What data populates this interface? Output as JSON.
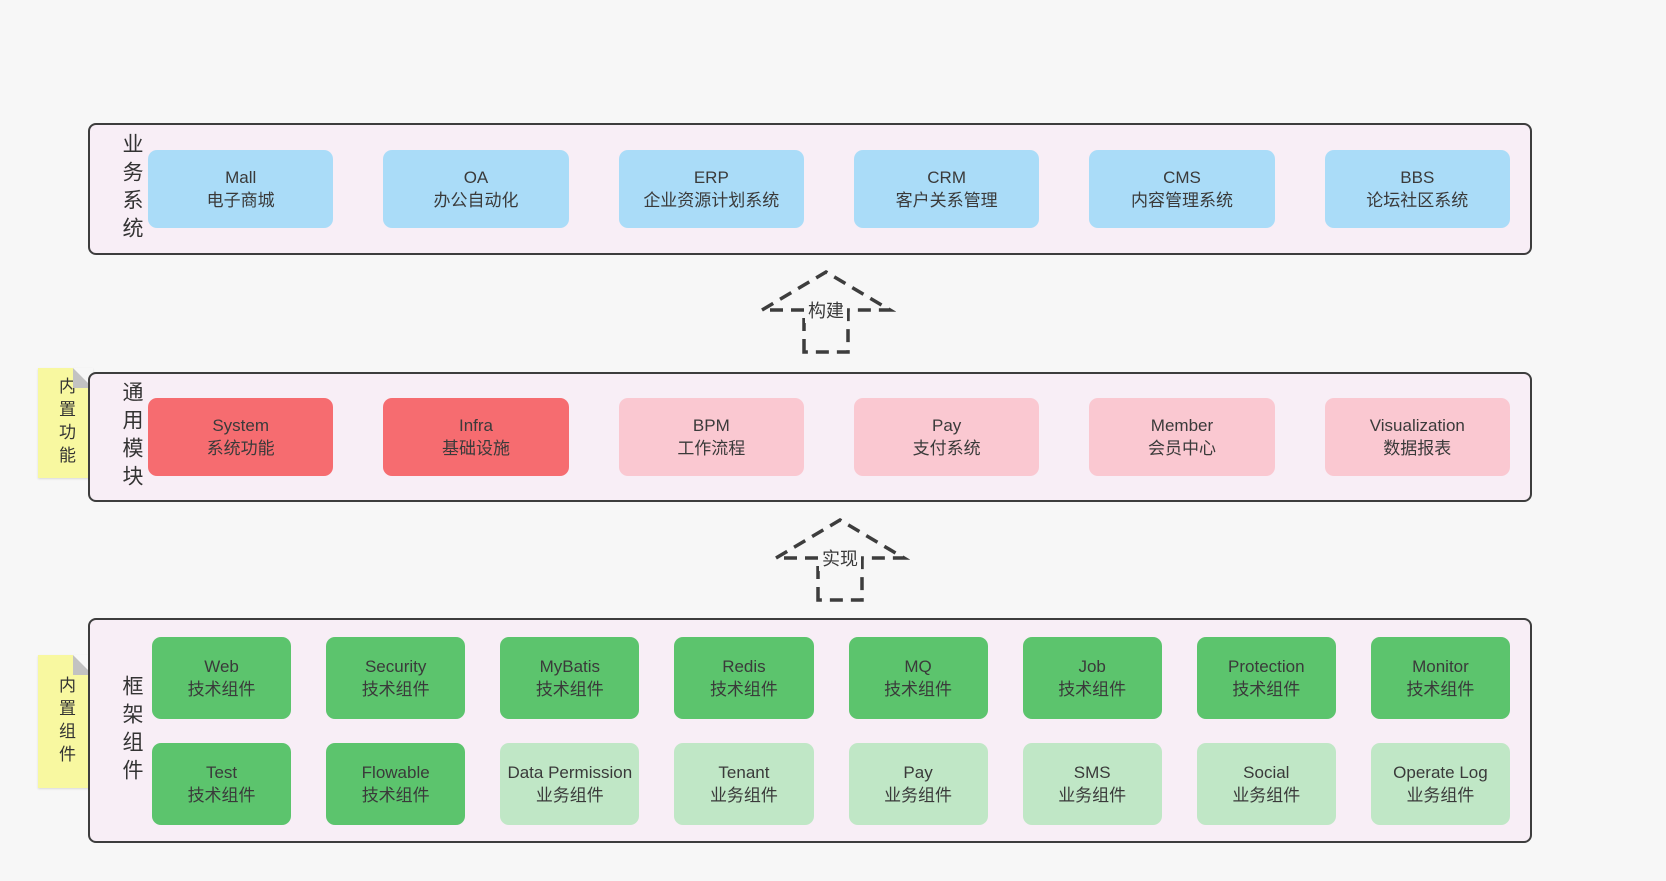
{
  "colors": {
    "page_bg": "#f7f7f7",
    "band_bg": "#f8eef6",
    "band_border": "#3d3d3d",
    "blue": "#aadcf8",
    "red": "#f66c70",
    "pink": "#fac8d1",
    "green": "#5cc46d",
    "light_green": "#c0e7c6",
    "yellow": "#f8f8a0",
    "text": "#3a3a3a"
  },
  "arrows": [
    {
      "label": "构建"
    },
    {
      "label": "实现"
    }
  ],
  "tabs": [
    {
      "label": "内置功能"
    },
    {
      "label": "内置组件"
    }
  ],
  "bands": [
    {
      "label": "业务系统",
      "boxes": [
        {
          "title": "Mall",
          "subtitle": "电子商城"
        },
        {
          "title": "OA",
          "subtitle": "办公自动化"
        },
        {
          "title": "ERP",
          "subtitle": "企业资源计划系统"
        },
        {
          "title": "CRM",
          "subtitle": "客户关系管理"
        },
        {
          "title": "CMS",
          "subtitle": "内容管理系统"
        },
        {
          "title": "BBS",
          "subtitle": "论坛社区系统"
        }
      ]
    },
    {
      "label": "通用模块",
      "boxes": [
        {
          "title": "System",
          "subtitle": "系统功能"
        },
        {
          "title": "Infra",
          "subtitle": "基础设施"
        },
        {
          "title": "BPM",
          "subtitle": "工作流程"
        },
        {
          "title": "Pay",
          "subtitle": "支付系统"
        },
        {
          "title": "Member",
          "subtitle": "会员中心"
        },
        {
          "title": "Visualization",
          "subtitle": "数据报表"
        }
      ]
    },
    {
      "label": "框架组件",
      "rows": [
        [
          {
            "title": "Web",
            "subtitle": "技术组件"
          },
          {
            "title": "Security",
            "subtitle": "技术组件"
          },
          {
            "title": "MyBatis",
            "subtitle": "技术组件"
          },
          {
            "title": "Redis",
            "subtitle": "技术组件"
          },
          {
            "title": "MQ",
            "subtitle": "技术组件"
          },
          {
            "title": "Job",
            "subtitle": "技术组件"
          },
          {
            "title": "Protection",
            "subtitle": "技术组件"
          },
          {
            "title": "Monitor",
            "subtitle": "技术组件"
          }
        ],
        [
          {
            "title": "Test",
            "subtitle": "技术组件"
          },
          {
            "title": "Flowable",
            "subtitle": "技术组件"
          },
          {
            "title": "Data Permission",
            "subtitle": "业务组件"
          },
          {
            "title": "Tenant",
            "subtitle": "业务组件"
          },
          {
            "title": "Pay",
            "subtitle": "业务组件"
          },
          {
            "title": "SMS",
            "subtitle": "业务组件"
          },
          {
            "title": "Social",
            "subtitle": "业务组件"
          },
          {
            "title": "Operate Log",
            "subtitle": "业务组件"
          }
        ]
      ]
    }
  ]
}
